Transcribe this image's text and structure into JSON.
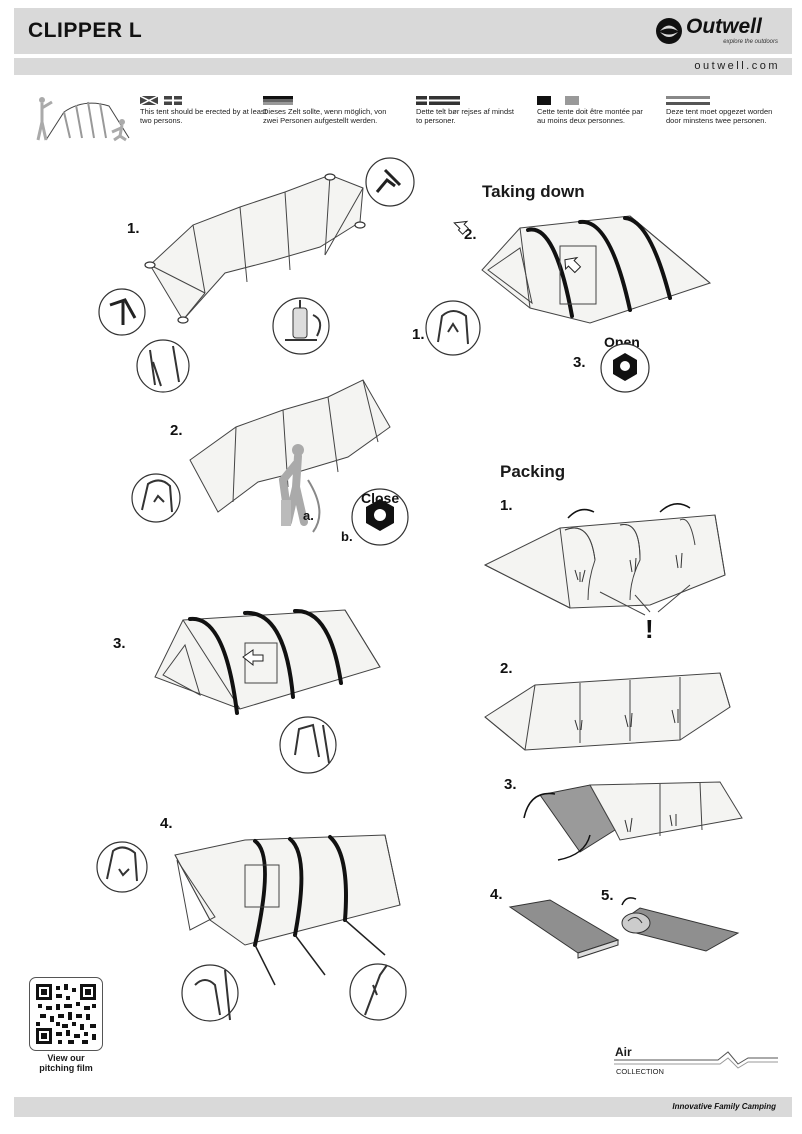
{
  "header": {
    "title": "CLIPPER L",
    "brand": "Outwell",
    "brand_tagline": "explore the outdoors",
    "website": "outwell.com"
  },
  "languages": [
    {
      "code": "en",
      "text": "This tent should be erected by at least two persons."
    },
    {
      "code": "de",
      "text": "Dieses Zelt sollte, wenn möglich, von zwei Personen aufgestellt werden."
    },
    {
      "code": "da",
      "text": "Dette telt bør rejses af mindst to personer."
    },
    {
      "code": "fr",
      "text": "Cette tente doit être montée par au moins deux personnes."
    },
    {
      "code": "nl",
      "text": "Deze tent moet opgezet worden door minstens twee personen."
    }
  ],
  "pitching": {
    "steps": [
      "1.",
      "2.",
      "3.",
      "4."
    ],
    "step2_labels": {
      "a": "a.",
      "b": "b.",
      "valve": "Close"
    }
  },
  "taking_down": {
    "title": "Taking down",
    "steps": [
      "1.",
      "2.",
      "3."
    ],
    "valve": "Open"
  },
  "packing": {
    "title": "Packing",
    "steps": [
      "1.",
      "2.",
      "3.",
      "4.",
      "5."
    ],
    "warning": "!"
  },
  "qr": {
    "caption_line1": "View our",
    "caption_line2": "pitching film"
  },
  "collection": {
    "name": "Air",
    "label": "COLLECTION"
  },
  "footer": {
    "tagline": "Innovative Family Camping"
  },
  "colors": {
    "bar": "#d9d9d9",
    "ink": "#111111"
  }
}
